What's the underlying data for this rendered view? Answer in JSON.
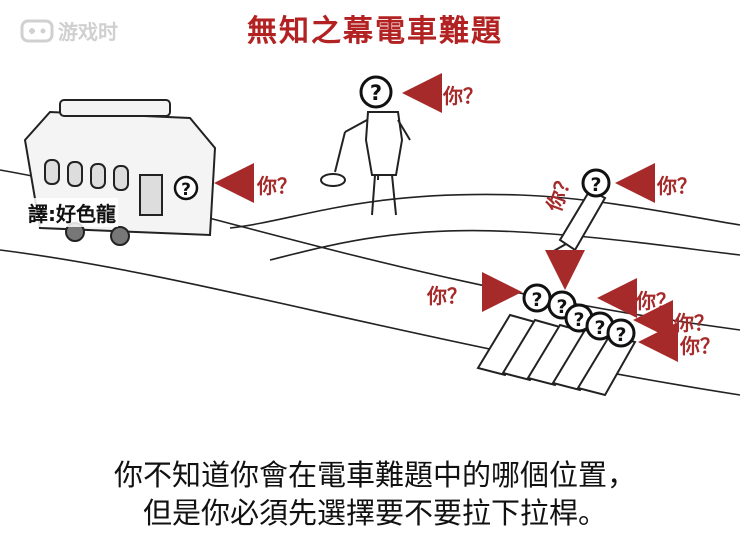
{
  "title": "無知之幕電車難題",
  "watermark": "游戏时",
  "credit": "譯:好色龍",
  "you_label": "你？",
  "caption": {
    "line1": "你不知道你會在電車難題中的哪個位置，",
    "line2": "但是你必須先選擇要不要拉下拉桿。"
  },
  "colors": {
    "title": "#b22222",
    "arrow": "#a72a2a",
    "line": "#222222"
  }
}
